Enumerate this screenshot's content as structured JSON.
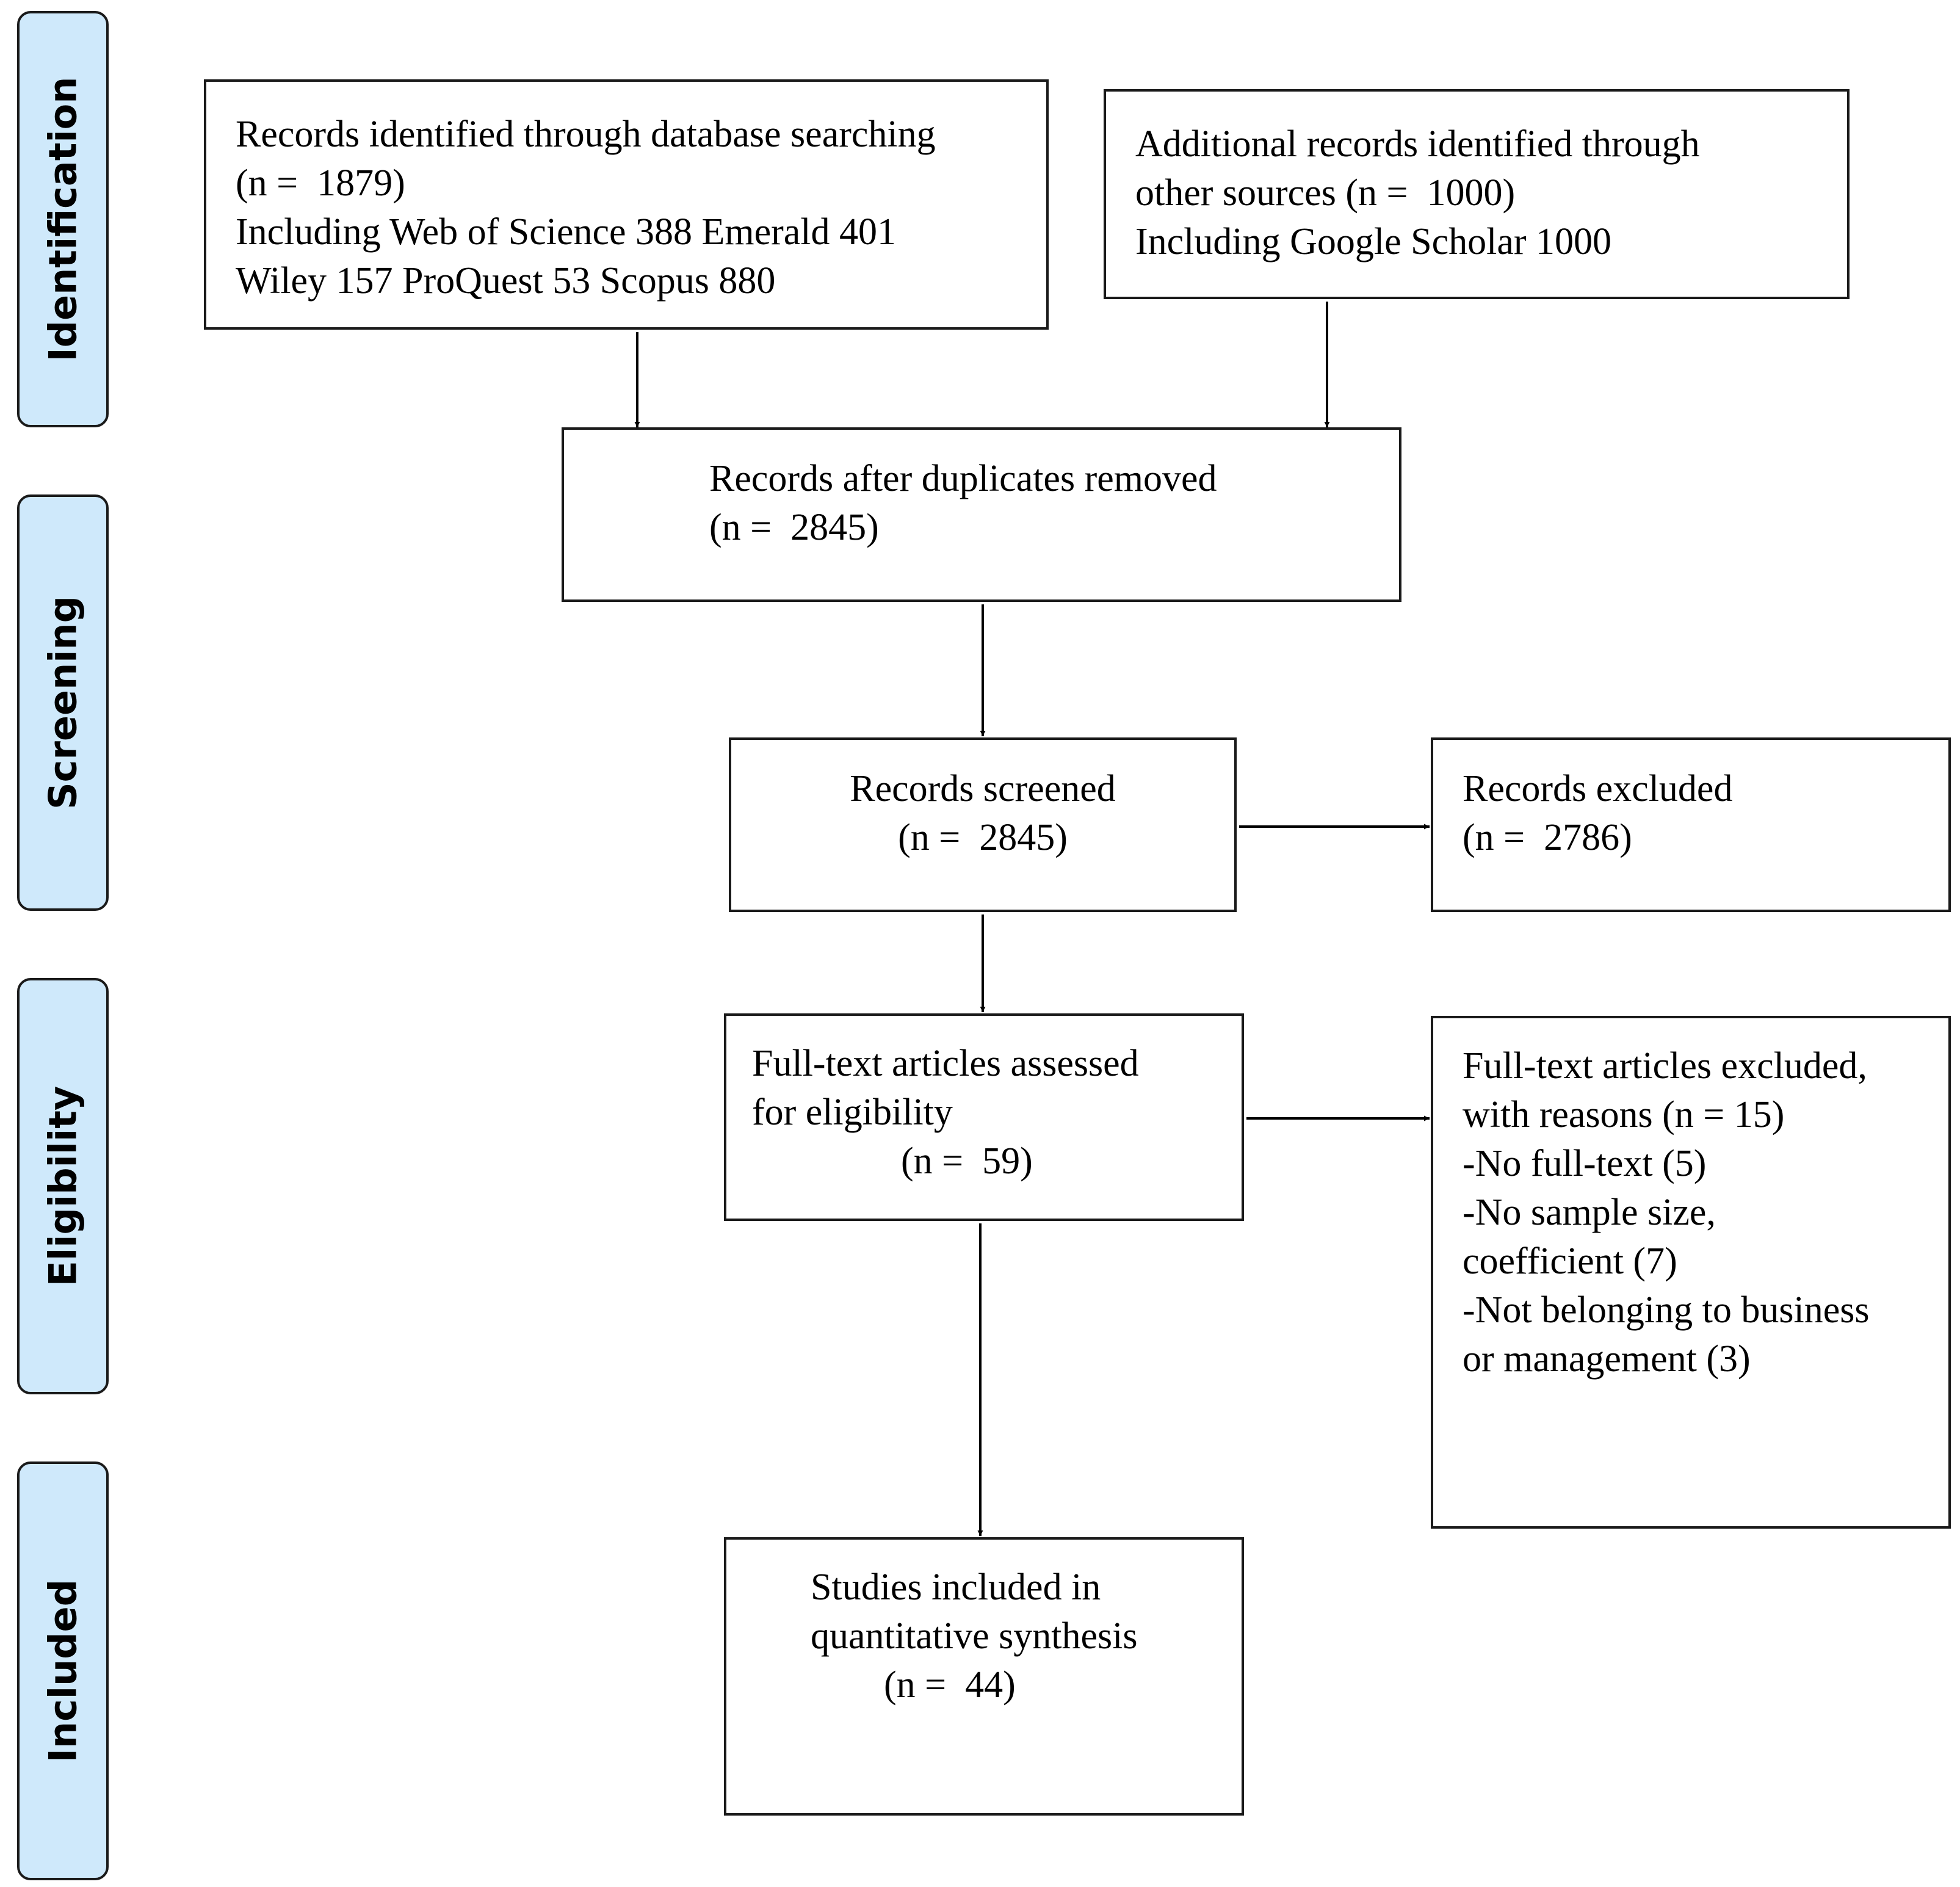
{
  "stages": {
    "identification": "Identification",
    "screening": "Screening",
    "eligibility": "Eligibility",
    "included": "Included"
  },
  "boxes": {
    "database": {
      "lines": [
        "Records identified through database searching",
        "(n =  1879)",
        "Including Web of Science 388 Emerald 401",
        "Wiley 157 ProQuest 53 Scopus 880"
      ]
    },
    "additional": {
      "lines": [
        "Additional records identified through",
        "other sources (n =  1000)",
        "Including Google Scholar 1000"
      ]
    },
    "duplicates": {
      "lines": [
        "Records after duplicates removed",
        "(n =  2845)"
      ]
    },
    "screened": {
      "lines": [
        "Records screened",
        "(n =  2845)"
      ]
    },
    "excluded": {
      "lines": [
        "Records excluded",
        "(n =  2786)"
      ]
    },
    "fulltext": {
      "lines": [
        "Full-text articles assessed",
        "for eligibility",
        "(n =  59)"
      ]
    },
    "fulltext_excluded": {
      "lines": [
        "Full-text articles excluded,",
        "with reasons (n = 15)",
        "-No full-text (5)",
        "-No sample size,",
        "coefficient (7)",
        "-Not belonging to business",
        "or management (3)"
      ]
    },
    "included": {
      "lines": [
        "Studies included in",
        "quantitative synthesis",
        "(n =  44)"
      ]
    }
  }
}
